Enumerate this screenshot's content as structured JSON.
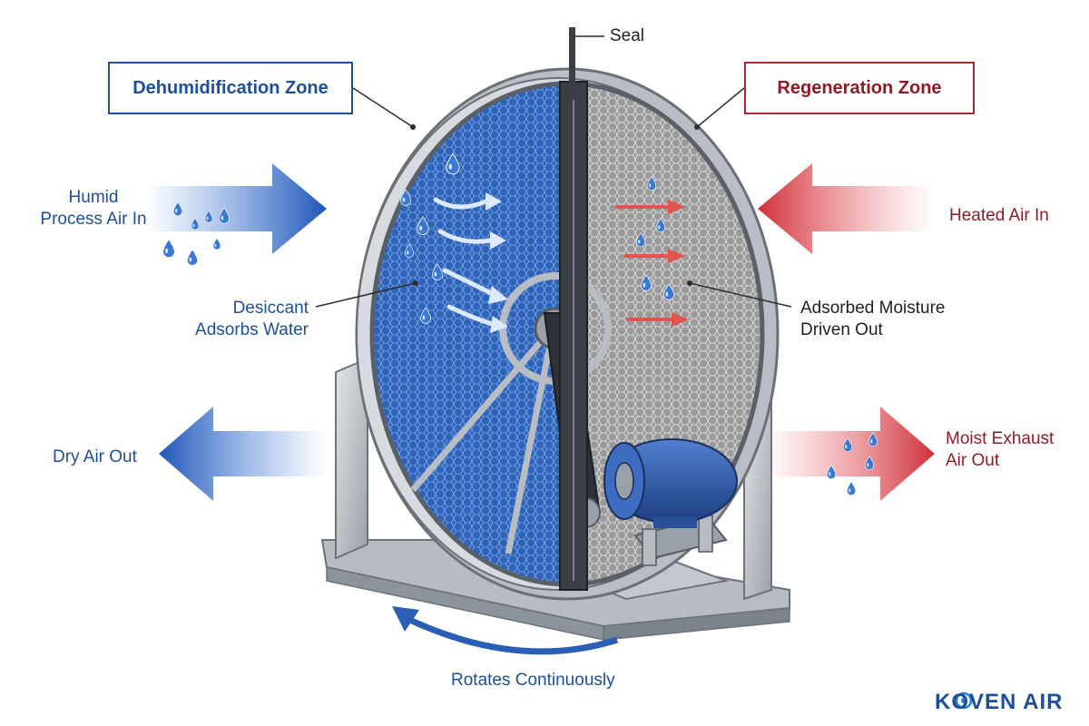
{
  "labels": {
    "seal": "Seal",
    "dehumidification_zone": "Dehumidification Zone",
    "regeneration_zone": "Regeneration Zone",
    "humid_process_air_in": [
      "Humid",
      "Process Air In"
    ],
    "heated_air_in": "Heated Air In",
    "desiccant_adsorbs_water": [
      "Desiccant",
      "Adsorbs Water"
    ],
    "adsorbed_moisture_driven_out": [
      "Adsorbed Moisture",
      "Driven Out"
    ],
    "dry_air_out": "Dry Air Out",
    "moist_exhaust_air_out": [
      "Moist Exhaust",
      "Air Out"
    ],
    "rotates_continuously": "Rotates Continuously"
  },
  "logo": "KOVEN AIR",
  "colors": {
    "process_blue": "#1d4f9a",
    "desiccant_blue": "#2d63b8",
    "regeneration_red": "#c8323c",
    "regen_text": "#8f1c24",
    "honeycomb_gray": "#8c8c8c",
    "steel": "#c9ccd1",
    "motor_blue": "#2e5aa6"
  },
  "icons": [
    "water-drop-icon",
    "airflow-arrow-icon",
    "rotation-arrow-icon"
  ]
}
